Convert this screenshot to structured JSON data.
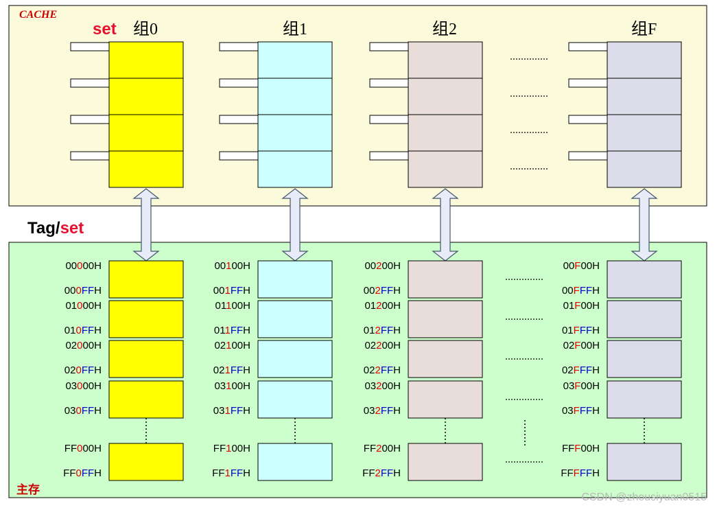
{
  "cache": {
    "title": "CACHE",
    "set_label": "set",
    "groups": [
      {
        "label": "组0",
        "fill": "#ffff00"
      },
      {
        "label": "组1",
        "fill": "#ccffff"
      },
      {
        "label": "组2",
        "fill": "#e8ddd8"
      },
      {
        "label": "组F",
        "fill": "#dcdcea"
      }
    ]
  },
  "tagset": {
    "tag": "Tag/",
    "set": "set"
  },
  "memory": {
    "title": "主存",
    "columns": [
      {
        "rows": [
          [
            [
              "00",
              "#000000"
            ],
            [
              "0",
              "#e00000"
            ],
            [
              "00H",
              "#000000"
            ]
          ],
          [
            [
              "00",
              "#000000"
            ],
            [
              "0",
              "#e00000"
            ],
            [
              "FF",
              "#0000cc"
            ],
            [
              "H",
              "#000000"
            ]
          ],
          [
            [
              "01",
              "#000000"
            ],
            [
              "0",
              "#e00000"
            ],
            [
              "00H",
              "#000000"
            ]
          ],
          [
            [
              "01",
              "#000000"
            ],
            [
              "0",
              "#e00000"
            ],
            [
              "FF",
              "#0000cc"
            ],
            [
              "H",
              "#000000"
            ]
          ],
          [
            [
              "02",
              "#000000"
            ],
            [
              "0",
              "#e00000"
            ],
            [
              "00H",
              "#000000"
            ]
          ],
          [
            [
              "02",
              "#000000"
            ],
            [
              "0",
              "#e00000"
            ],
            [
              "FF",
              "#0000cc"
            ],
            [
              "H",
              "#000000"
            ]
          ],
          [
            [
              "03",
              "#000000"
            ],
            [
              "0",
              "#e00000"
            ],
            [
              "00H",
              "#000000"
            ]
          ],
          [
            [
              "03",
              "#000000"
            ],
            [
              "0",
              "#e00000"
            ],
            [
              "FF",
              "#0000cc"
            ],
            [
              "H",
              "#000000"
            ]
          ],
          [
            [
              "FF",
              "#000000"
            ],
            [
              "0",
              "#e00000"
            ],
            [
              "00H",
              "#000000"
            ]
          ],
          [
            [
              "FF",
              "#000000"
            ],
            [
              "0",
              "#e00000"
            ],
            [
              "FF",
              "#0000cc"
            ],
            [
              "H",
              "#000000"
            ]
          ]
        ]
      },
      {
        "rows": [
          [
            [
              "00",
              "#000000"
            ],
            [
              "1",
              "#e00000"
            ],
            [
              "00H",
              "#000000"
            ]
          ],
          [
            [
              "00",
              "#000000"
            ],
            [
              "1",
              "#e00000"
            ],
            [
              "FF",
              "#0000cc"
            ],
            [
              "H",
              "#000000"
            ]
          ],
          [
            [
              "01",
              "#000000"
            ],
            [
              "1",
              "#e00000"
            ],
            [
              "00H",
              "#000000"
            ]
          ],
          [
            [
              "01",
              "#000000"
            ],
            [
              "1",
              "#e00000"
            ],
            [
              "FF",
              "#0000cc"
            ],
            [
              "H",
              "#000000"
            ]
          ],
          [
            [
              "02",
              "#000000"
            ],
            [
              "1",
              "#e00000"
            ],
            [
              "00H",
              "#000000"
            ]
          ],
          [
            [
              "02",
              "#000000"
            ],
            [
              "1",
              "#e00000"
            ],
            [
              "FF",
              "#0000cc"
            ],
            [
              "H",
              "#000000"
            ]
          ],
          [
            [
              "03",
              "#000000"
            ],
            [
              "1",
              "#e00000"
            ],
            [
              "00H",
              "#000000"
            ]
          ],
          [
            [
              "03",
              "#000000"
            ],
            [
              "1",
              "#e00000"
            ],
            [
              "FF",
              "#0000cc"
            ],
            [
              "H",
              "#000000"
            ]
          ],
          [
            [
              "FF",
              "#000000"
            ],
            [
              "1",
              "#e00000"
            ],
            [
              "00H",
              "#000000"
            ]
          ],
          [
            [
              "FF",
              "#000000"
            ],
            [
              "1",
              "#e00000"
            ],
            [
              "FF",
              "#0000cc"
            ],
            [
              "H",
              "#000000"
            ]
          ]
        ]
      },
      {
        "rows": [
          [
            [
              "00",
              "#000000"
            ],
            [
              "2",
              "#e00000"
            ],
            [
              "00H",
              "#000000"
            ]
          ],
          [
            [
              "00",
              "#000000"
            ],
            [
              "2",
              "#e00000"
            ],
            [
              "FF",
              "#0000cc"
            ],
            [
              "H",
              "#000000"
            ]
          ],
          [
            [
              "01",
              "#000000"
            ],
            [
              "2",
              "#e00000"
            ],
            [
              "00H",
              "#000000"
            ]
          ],
          [
            [
              "01",
              "#000000"
            ],
            [
              "2",
              "#e00000"
            ],
            [
              "FF",
              "#0000cc"
            ],
            [
              "H",
              "#000000"
            ]
          ],
          [
            [
              "02",
              "#000000"
            ],
            [
              "2",
              "#e00000"
            ],
            [
              "00H",
              "#000000"
            ]
          ],
          [
            [
              "02",
              "#000000"
            ],
            [
              "2",
              "#e00000"
            ],
            [
              "FF",
              "#0000cc"
            ],
            [
              "H",
              "#000000"
            ]
          ],
          [
            [
              "03",
              "#000000"
            ],
            [
              "2",
              "#e00000"
            ],
            [
              "00H",
              "#000000"
            ]
          ],
          [
            [
              "03",
              "#000000"
            ],
            [
              "2",
              "#e00000"
            ],
            [
              "FF",
              "#0000cc"
            ],
            [
              "H",
              "#000000"
            ]
          ],
          [
            [
              "FF",
              "#000000"
            ],
            [
              "2",
              "#e00000"
            ],
            [
              "00H",
              "#000000"
            ]
          ],
          [
            [
              "FF",
              "#000000"
            ],
            [
              "2",
              "#e00000"
            ],
            [
              "FF",
              "#0000cc"
            ],
            [
              "H",
              "#000000"
            ]
          ]
        ]
      },
      {
        "rows": [
          [
            [
              "00",
              "#000000"
            ],
            [
              "F",
              "#e00000"
            ],
            [
              "00H",
              "#000000"
            ]
          ],
          [
            [
              "00",
              "#000000"
            ],
            [
              "F",
              "#e00000"
            ],
            [
              "FF",
              "#0000cc"
            ],
            [
              "H",
              "#000000"
            ]
          ],
          [
            [
              "01",
              "#000000"
            ],
            [
              "F",
              "#e00000"
            ],
            [
              "00H",
              "#000000"
            ]
          ],
          [
            [
              "01",
              "#000000"
            ],
            [
              "F",
              "#e00000"
            ],
            [
              "FF",
              "#0000cc"
            ],
            [
              "H",
              "#000000"
            ]
          ],
          [
            [
              "02",
              "#000000"
            ],
            [
              "F",
              "#e00000"
            ],
            [
              "00H",
              "#000000"
            ]
          ],
          [
            [
              "02",
              "#000000"
            ],
            [
              "F",
              "#e00000"
            ],
            [
              "FF",
              "#0000cc"
            ],
            [
              "H",
              "#000000"
            ]
          ],
          [
            [
              "03",
              "#000000"
            ],
            [
              "F",
              "#e00000"
            ],
            [
              "00H",
              "#000000"
            ]
          ],
          [
            [
              "03",
              "#000000"
            ],
            [
              "F",
              "#e00000"
            ],
            [
              "FF",
              "#0000cc"
            ],
            [
              "H",
              "#000000"
            ]
          ],
          [
            [
              "FF",
              "#000000"
            ],
            [
              "F",
              "#e00000"
            ],
            [
              "00H",
              "#000000"
            ]
          ],
          [
            [
              "FF",
              "#000000"
            ],
            [
              "F",
              "#e00000"
            ],
            [
              "FF",
              "#0000cc"
            ],
            [
              "H",
              "#000000"
            ]
          ]
        ]
      }
    ]
  },
  "watermark": "CSDN @zhousiyuan0515",
  "colors": {
    "cache_bg": "#fbfbdc",
    "memory_bg": "#ccffcc",
    "arrow_fill": "#e8ecf8",
    "title_red": "#cc0000",
    "set_red": "#e8102e"
  }
}
